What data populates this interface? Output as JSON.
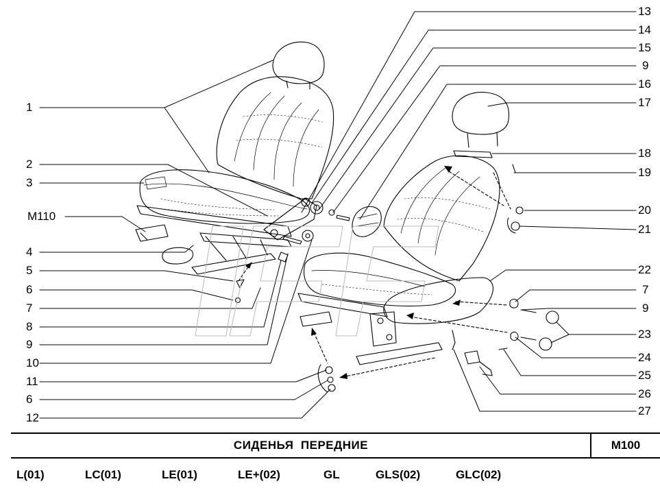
{
  "callouts_left": [
    "1",
    "2",
    "3",
    "M110",
    "4",
    "5",
    "6",
    "7",
    "8",
    "9",
    "10",
    "11",
    "6",
    "12"
  ],
  "callouts_right": [
    "13",
    "14",
    "15",
    "9",
    "16",
    "17",
    "18",
    "19",
    "20",
    "21",
    "22",
    "7",
    "9",
    "23",
    "24",
    "25",
    "26",
    "27"
  ],
  "title": "СИДЕНЬЯ  ПЕРЕДНИЕ",
  "code": "M100",
  "variants": [
    "L(01)",
    "LC(01)",
    "LE(01)",
    "LE+(02)",
    "GL",
    "GLS(02)",
    "GLC(02)"
  ]
}
